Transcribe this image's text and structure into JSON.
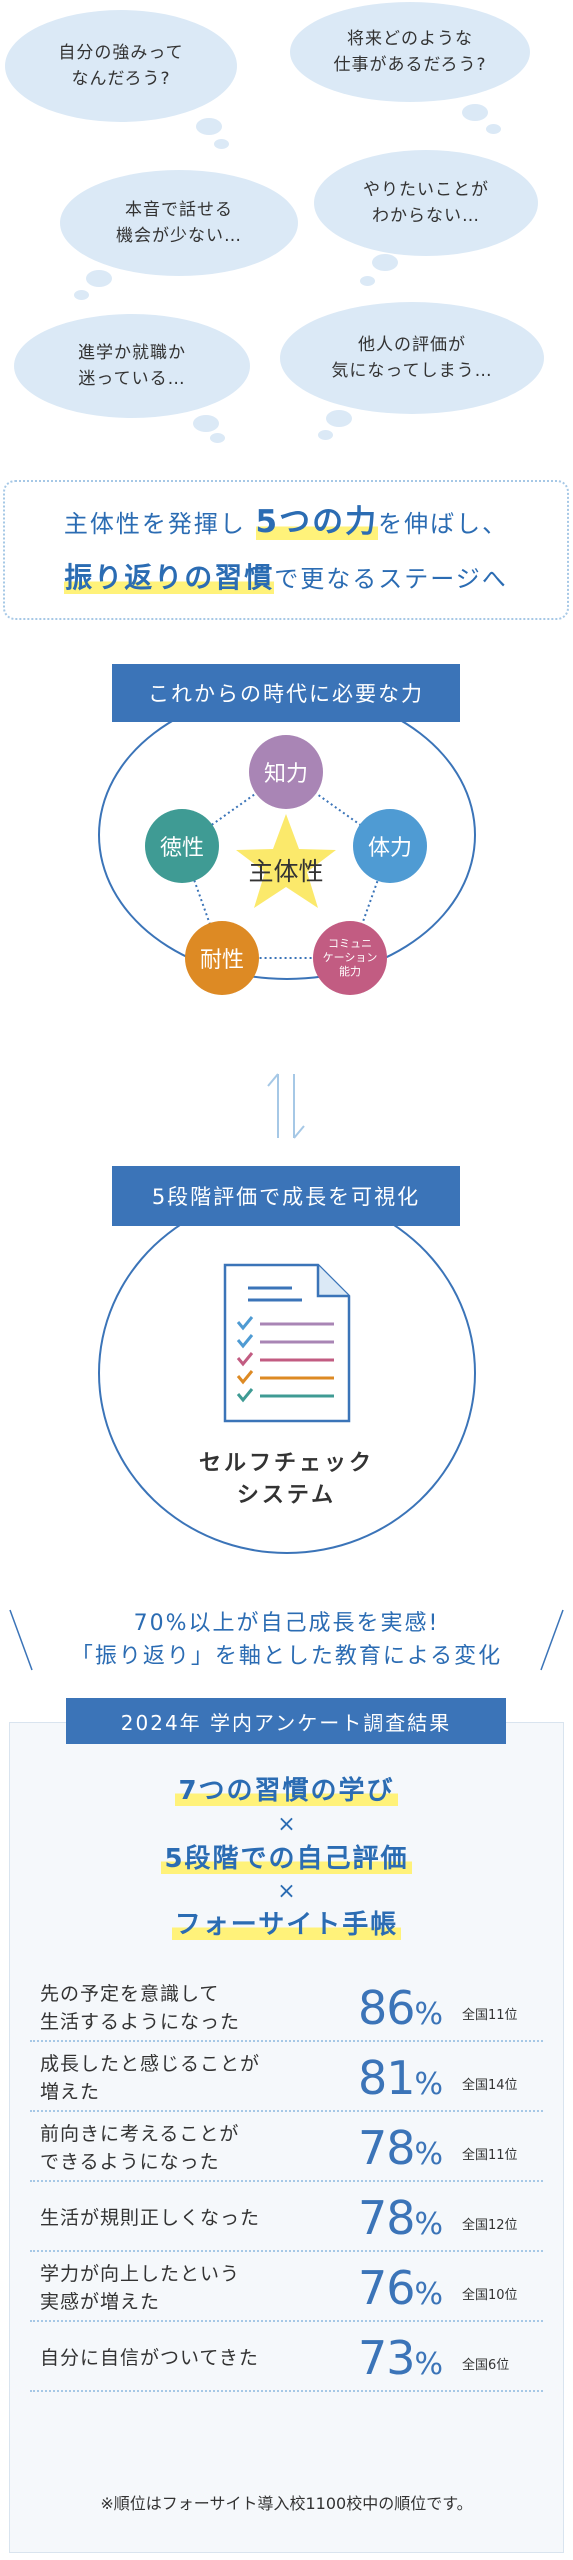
{
  "bubbles": [
    {
      "text": "自分の強みって\nなんだろう?"
    },
    {
      "text": "将来どのような\n仕事があるだろう?"
    },
    {
      "text": "本音で話せる\n機会が少ない…"
    },
    {
      "text": "やりたいことが\nわからない…"
    },
    {
      "text": "進学か就職か\n迷っている…"
    },
    {
      "text": "他人の評価が\n気になってしまう…"
    }
  ],
  "headline": {
    "l1_a": "主体性を発揮し",
    "l1_b": "5つの力",
    "l1_c": "を伸ばし、",
    "l2_a": "振り返りの習慣",
    "l2_b": "で更なるステージへ"
  },
  "section1": {
    "label": "これからの時代に必要な力",
    "center": "主体性",
    "nodes": [
      {
        "label": "知力",
        "color": "#a985b5"
      },
      {
        "label": "体力",
        "color": "#4f9bd3"
      },
      {
        "label": "コミュニ\nケーション\n能力",
        "color": "#c25c82"
      },
      {
        "label": "耐性",
        "color": "#dd8a24"
      },
      {
        "label": "徳性",
        "color": "#3f9b94"
      }
    ]
  },
  "section2": {
    "label": "5段階評価で成長を可視化",
    "title_l1": "セルフチェック",
    "title_l2": "システム"
  },
  "results": {
    "head_l1": "70%以上が自己成長を実感!",
    "head_l2": "「振り返り」を軸とした教育による変化",
    "label": "2024年 学内アンケート調査結果",
    "formula": [
      "7つの習慣の学び",
      "5段階での自己評価",
      "フォーサイト手帳"
    ],
    "times": "×",
    "percent_sign": "%",
    "rows": [
      {
        "text": "先の予定を意識して\n生活するようになった",
        "pct": "86",
        "rank": "全国11位"
      },
      {
        "text": "成長したと感じることが\n増えた",
        "pct": "81",
        "rank": "全国14位"
      },
      {
        "text": "前向きに考えることが\nできるようになった",
        "pct": "78",
        "rank": "全国11位"
      },
      {
        "text": "生活が規則正しくなった",
        "pct": "78",
        "rank": "全国12位"
      },
      {
        "text": "学力が向上したという\n実感が増えた",
        "pct": "76",
        "rank": "全国10位"
      },
      {
        "text": "自分に自信がついてきた",
        "pct": "73",
        "rank": "全国6位"
      }
    ],
    "footnote": "※順位はフォーサイト導入校1100校中の順位です。"
  },
  "colors": {
    "accent": "#3b74b8",
    "bubble": "#dbe9f6",
    "highlight": "#fff27a"
  }
}
